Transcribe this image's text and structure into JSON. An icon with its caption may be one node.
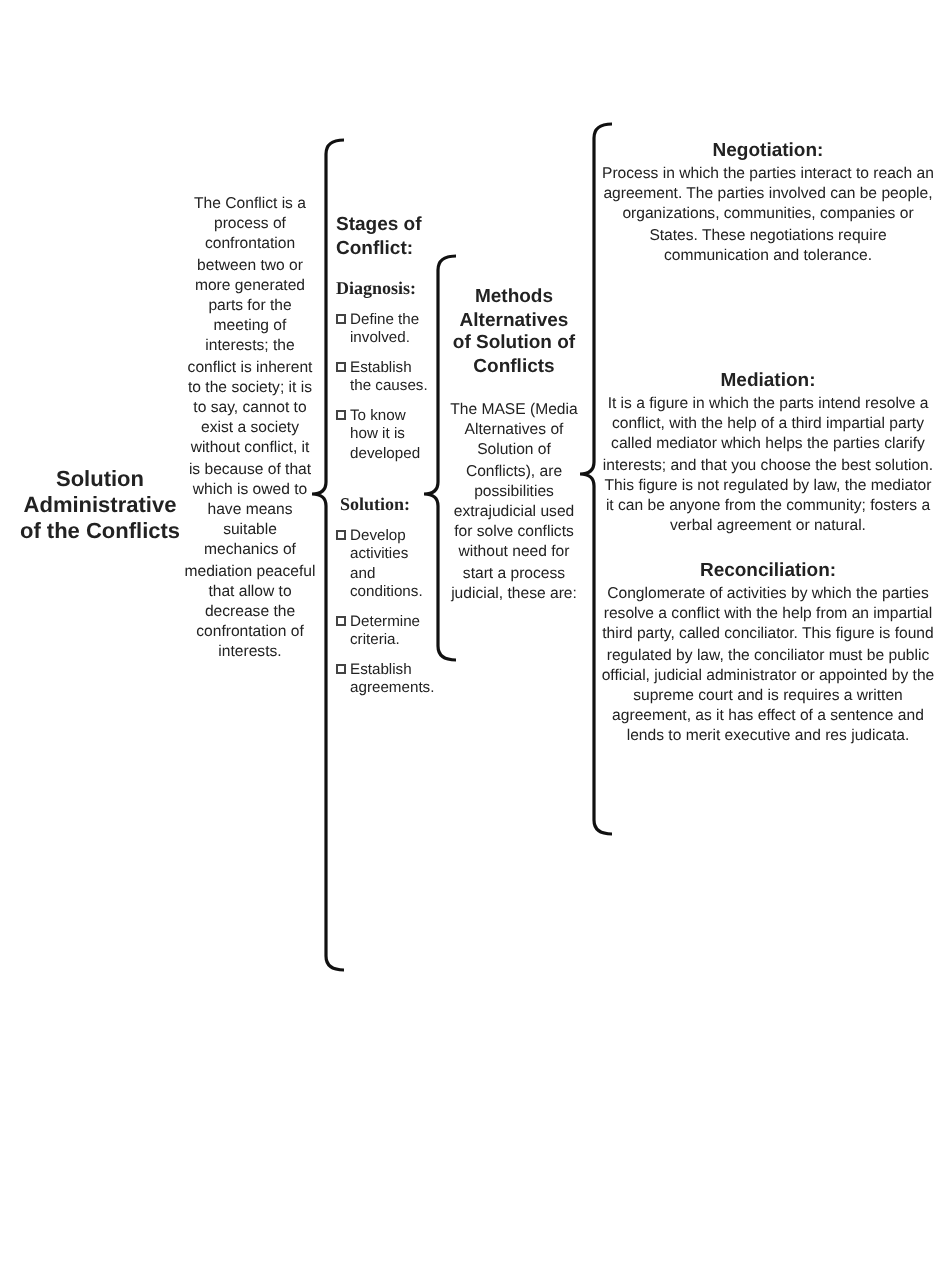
{
  "diagram": {
    "labels": [
      "Solution Administrative of the Conflicts",
      "The Conflict is a process of confrontation between two or more generated parts for the meeting of interests; the conflict is inherent to the society; it is to say, cannot to exist a society without conflict, it is because of that which is owed to have means suitable mechanics of mediation peaceful that allow to decrease the confrontation of interests.",
      "Stages of Conflict:",
      "Diagnosis:",
      "Define the involved.",
      "Establish the causes.",
      "To know how it is developed",
      "Solution:",
      "Develop activities and conditions.",
      "Determine criteria.",
      "Establish agreements.",
      "Methods Alternatives of Solution of Conflicts",
      "The MASE (Media Alternatives of Solution of Conflicts), are possibilities extrajudicial used for solve conflicts without need for start a process judicial, these are:",
      "Negotiation:",
      "Process in which the parties interact to reach an agreement. The parties involved can be people, organizations, communities, companies or States. These negotiations require communication and tolerance.",
      "Mediation:",
      "It is a figure in which the parts intend resolve a conflict, with the help of a third impartial party called mediator which helps the parties clarify interests; and that you choose the best solution. This figure is not regulated by law, the mediator it can be anyone from the community; fosters a verbal agreement or natural.",
      "Reconciliation:",
      "Conglomerate of activities by which the parties resolve a conflict with the help from an impartial third party, called conciliator. This figure is found regulated by law, the conciliator must be public official, judicial administrator or appointed by the supreme court and is requires a written agreement, as it has effect of a sentence and lends to merit executive and res judicata."
    ]
  }
}
